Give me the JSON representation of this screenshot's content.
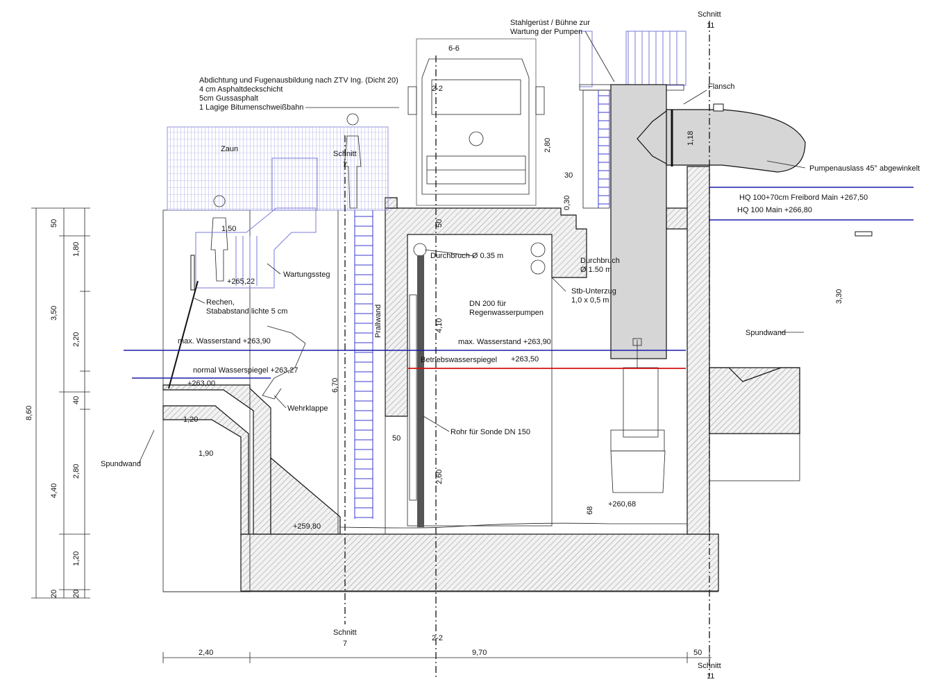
{
  "notes": {
    "layers": [
      "Abdichtung und Fugenausbildung nach ZTV Ing. (Dicht 20)",
      "4 cm Asphaltdeckschicht",
      "5cm Gussasphalt",
      "1 Lagige Bitumenschweißbahn"
    ],
    "stahlgeruest": [
      "Stahlgerüst / Bühne zur",
      "Wartung der Pumpen"
    ],
    "flansch": "Flansch",
    "pumpenauslass": "Pumpenauslass 45° abgewinkelt",
    "hq_freibord": "HQ 100+70cm Freibord Main +267,50",
    "hq": "HQ 100 Main +266,80",
    "zaun": "Zaun",
    "durchbruch_035": "Durchbruch Ø 0.35 m",
    "durchbruch_150": [
      "Durchbruch",
      "Ø 1.50 m"
    ],
    "stb_unterzug": [
      "Stb-Unterzug",
      "1,0 x 0,5 m"
    ],
    "dn200": [
      "DN 200 für",
      "Regenwasserpumpen"
    ],
    "wartungssteg": "Wartungssteg",
    "rechen": [
      "Rechen,",
      "Stababstand lichte 5 cm"
    ],
    "prallwand": "Prallwand",
    "max_ws_left": "max. Wasserstand +263,90",
    "max_ws_mid": "max. Wasserstand +263,90",
    "betriebswasserspiegel": "Betriebswasserspiegel",
    "betrieb_level": "+263,50",
    "normal_ws": "normal Wasserspiegel +263,27",
    "wehrklappe": "Wehrklappe",
    "rohr_sonde": "Rohr für Sonde DN 150",
    "spundwand_left": "Spundwand",
    "spundwand_right": "Spundwand",
    "level_26522": "+265,22",
    "level_26300": "+263,00",
    "level_25980": "+259,80",
    "level_26068": "+260,68",
    "schnitt": "Schnitt",
    "schnitt_11": "11",
    "schnitt_7": "7",
    "section_66": "6-6",
    "section_22": "2-2"
  },
  "dimensions": {
    "left_chain": [
      "50",
      "1,80",
      "3,50",
      "2,20",
      "40",
      "2,80",
      "1,20",
      "20"
    ],
    "left_total_a": "8,60",
    "left_total_b": "4,40",
    "left_total_c": "20",
    "d150": "1,50",
    "d120": "1,20",
    "d190": "1,90",
    "d50_mid": "50",
    "d50_top": "50",
    "d410": "4,10",
    "d260": "2,60",
    "d670": "6,70",
    "d280": "2,80",
    "d30": "30",
    "d030": "0,30",
    "d118": "1,18",
    "d330": "3,30",
    "d68": "68",
    "bottom_240": "2,40",
    "bottom_970": "9,70",
    "bottom_50": "50"
  },
  "colors": {
    "max_water": "#1a1aa8",
    "operating_water": "#d01010",
    "hq_line": "#1a1aa8",
    "outline_purple": "#7a7ad8",
    "pump_grey": "#d6d6d6"
  }
}
